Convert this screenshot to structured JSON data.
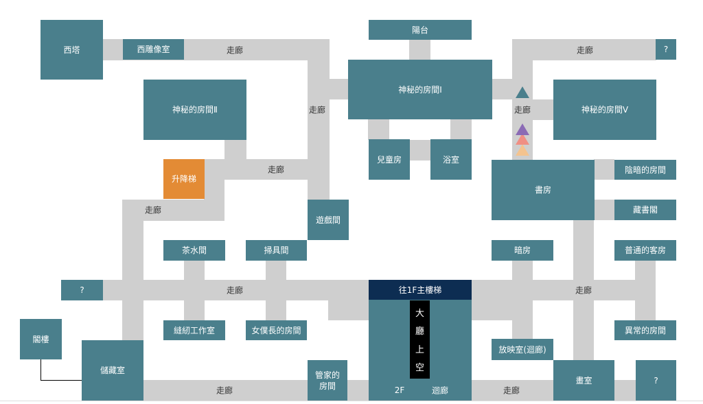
{
  "colors": {
    "room": "#4a7f8c",
    "corridor": "#cfcfcf",
    "lift": "#e38b35",
    "stairs": "#0d2d52",
    "void": "#000000",
    "marker_top": "#4a7f8c",
    "marker_mid": "#8b6bb5",
    "marker_pink": "#f08f84",
    "marker_peach": "#f4c38f"
  },
  "rooms": {
    "west_tower": "西塔",
    "west_sculpture_room": "西雕像室",
    "balcony": "陽台",
    "unknown_ne": "?",
    "mystery_room_1": "神秘的房間Ⅰ",
    "mystery_room_2": "神秘的房間Ⅱ",
    "mystery_room_5": "神秘的房間Ⅴ",
    "kids_room": "兒童房",
    "bathroom": "浴室",
    "lift": "升降梯",
    "study": "書房",
    "dark_room": "陰暗的房間",
    "book_storage": "藏書閣",
    "game_room": "遊戲間",
    "tea_room": "茶水間",
    "janitor_room": "掃具間",
    "darkroom": "暗房",
    "normal_guest_room": "普通的客房",
    "unknown_w": "?",
    "stairs_1f": "往1F主樓梯",
    "sewing_studio": "縫紉工作室",
    "head_maid_room": "女僕長的房間",
    "abnormal_room": "異常的房間",
    "attic": "閣樓",
    "storage": "儲藏室",
    "screening_room": "放映室(迴廊)",
    "butler_room": "管家的\n房間",
    "gallery": "畫室",
    "unknown_se": "?"
  },
  "hall": {
    "void_chars": [
      "大",
      "廳",
      "上",
      "空"
    ],
    "floor": "2F",
    "loop": "迴廊"
  },
  "corridor_labels": {
    "c_top_left": "走廊",
    "c_center_vertical": "走廊",
    "c_top_right": "走廊",
    "c_right_vertical": "走廊",
    "c_lift": "走廊",
    "c_left": "走廊",
    "c_middle": "走廊",
    "c_right_middle": "走廊",
    "c_bottom_left": "走廊",
    "c_bottom_right": "走廊"
  }
}
